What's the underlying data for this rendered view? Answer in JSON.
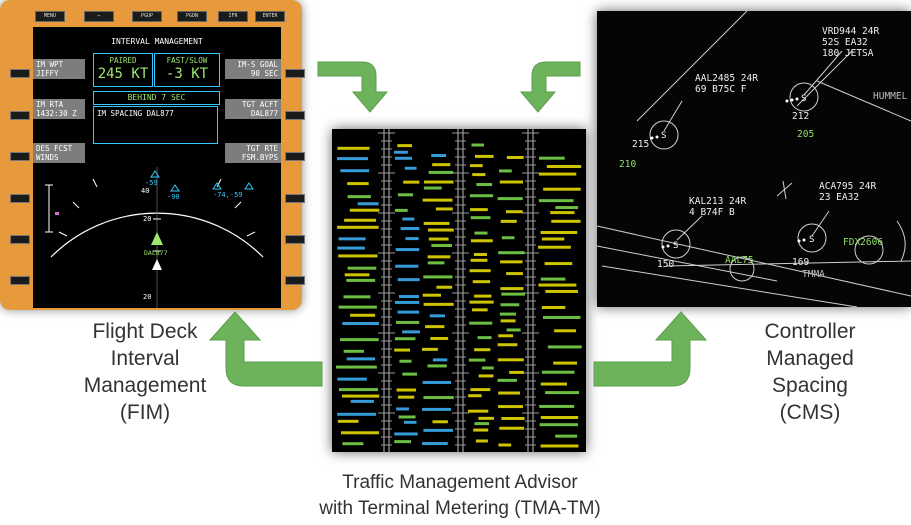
{
  "fim": {
    "caption": [
      "Flight Deck",
      "Interval",
      "Management",
      "(FIM)"
    ],
    "top_buttons": [
      "MENU",
      "⇐",
      "PGUP",
      "PGDN",
      "IFR",
      "ENTER"
    ],
    "screen_title": "INTERVAL MANAGEMENT",
    "paired_label": "PAIRED",
    "paired_value": "245 KT",
    "fastslow_label": "FAST/SLOW",
    "fastslow_value": "-3 KT",
    "behind": "BEHIND 7 SEC",
    "spacing": "IM SPACING DAL877",
    "left_boxes": [
      "IM WPT\nJIFFY",
      "IM RTA\n1432:30 Z",
      "DES FCST\nWINDS"
    ],
    "right_boxes": [
      "IM-S GOAL\n90 SEC",
      "TGT ACFT\nDAL877",
      "TGT RTE\nFSM.BYPS"
    ],
    "traffic": [
      "-59",
      "-90",
      "-74,-59",
      "DAL877"
    ],
    "range_marks": [
      "40",
      "20",
      "20"
    ]
  },
  "tma": {
    "caption": [
      "Traffic Management Advisor",
      "with Terminal Metering (TMA-TM)"
    ]
  },
  "cms": {
    "caption": [
      "Controller",
      "Managed",
      "Spacing",
      "(CMS)"
    ],
    "labels": [
      {
        "text": "VRD944 24R\n52S EA32\n180 JETSA",
        "green": false
      },
      {
        "text": "AAL2485 24R\n69 B75C F",
        "green": false
      },
      {
        "text": "212",
        "green": false
      },
      {
        "text": "215",
        "green": false
      },
      {
        "text": "205",
        "green": true
      },
      {
        "text": "210",
        "green": true
      },
      {
        "text": "HUMMEL",
        "green": false
      },
      {
        "text": "KAL213 24R\n4 B74F B",
        "green": false
      },
      {
        "text": "ACA795 24R\n23 EA32",
        "green": false
      },
      {
        "text": "FDX2606",
        "green": true
      },
      {
        "text": "150",
        "green": false
      },
      {
        "text": "169",
        "green": false
      },
      {
        "text": "AAL75",
        "green": true
      },
      {
        "text": "TMMA",
        "green": false
      }
    ]
  },
  "colors": {
    "arrow": "#6db35c",
    "bezel": "#e79a3c"
  }
}
